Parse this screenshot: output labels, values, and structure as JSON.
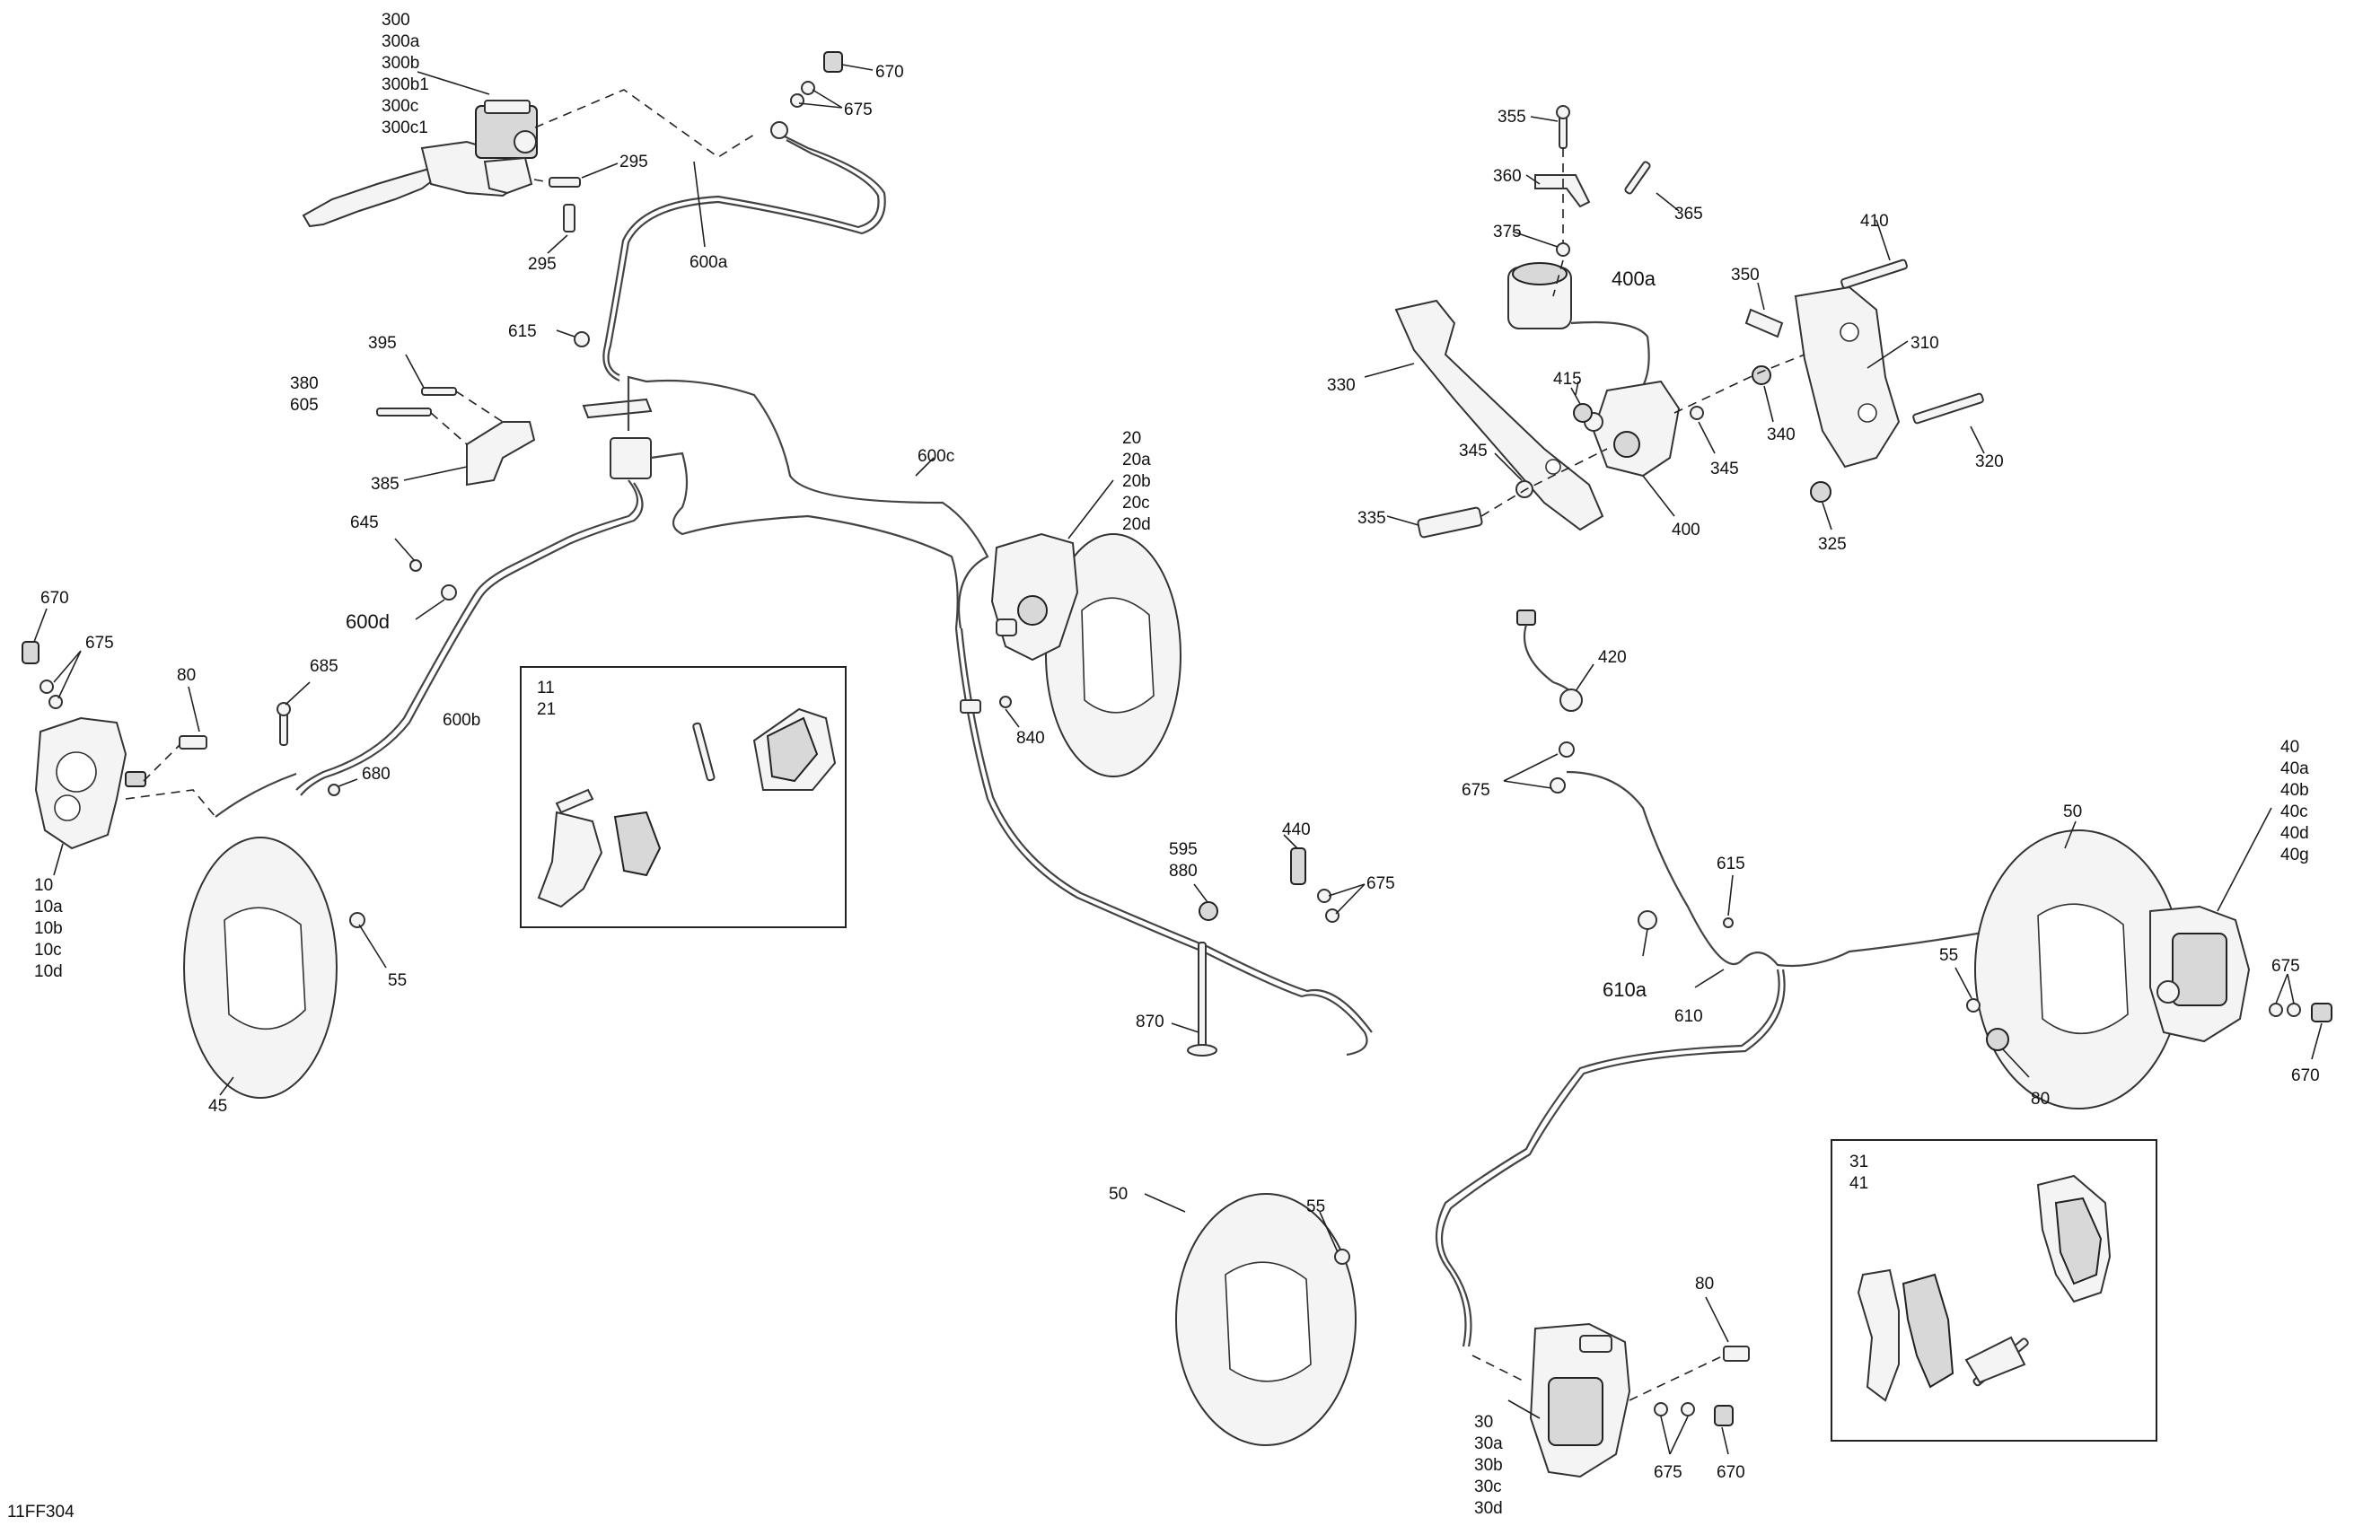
{
  "diagram_id": "11FF304",
  "inset_labels": [
    {
      "id": "inset-front-pads",
      "lines": [
        "11",
        "21"
      ]
    },
    {
      "id": "inset-rear-pads",
      "lines": [
        "31",
        "41"
      ]
    }
  ],
  "labels": {
    "l300": "300",
    "l300a": "300a",
    "l300b": "300b",
    "l300b1": "300b1",
    "l300c": "300c",
    "l300c1": "300c1",
    "l670_a": "670",
    "l675_a": "675",
    "l295_a": "295",
    "l295_b": "295",
    "l600a": "600a",
    "l615_a": "615",
    "l395": "395",
    "l380": "380",
    "l605": "605",
    "l385": "385",
    "l645": "645",
    "l600d": "600d",
    "l600c": "600c",
    "l20": "20",
    "l20a": "20a",
    "l20b": "20b",
    "l20c": "20c",
    "l20d": "20d",
    "l670_b": "670",
    "l675_b": "675",
    "l80_a": "80",
    "l685": "685",
    "l600b": "600b",
    "l680": "680",
    "l10": "10",
    "l10a": "10a",
    "l10b": "10b",
    "l10c": "10c",
    "l10d": "10d",
    "l55_a": "55",
    "l45": "45",
    "l840": "840",
    "l595": "595",
    "l880": "880",
    "l440": "440",
    "l675_c": "675",
    "l870": "870",
    "l355": "355",
    "l360": "360",
    "l365": "365",
    "l375": "375",
    "l400a": "400a",
    "l410": "410",
    "l350": "350",
    "l330": "330",
    "l415": "415",
    "l310": "310",
    "l345_a": "345",
    "l345_b": "345",
    "l340": "340",
    "l320": "320",
    "l335": "335",
    "l400": "400",
    "l325": "325",
    "l420": "420",
    "l675_d": "675",
    "l615_b": "615",
    "l610a": "610a",
    "l610": "610",
    "l50_a": "50",
    "l40": "40",
    "l40a": "40a",
    "l40b": "40b",
    "l40c": "40c",
    "l40d": "40d",
    "l40g": "40g",
    "l55_b": "55",
    "l675_e": "675",
    "l80_b": "80",
    "l670_c": "670",
    "l50_b": "50",
    "l55_c": "55",
    "l80_c": "80",
    "l30": "30",
    "l30a": "30a",
    "l30b": "30b",
    "l30c": "30c",
    "l30d": "30d",
    "l675_f": "675",
    "l670_d": "670"
  }
}
